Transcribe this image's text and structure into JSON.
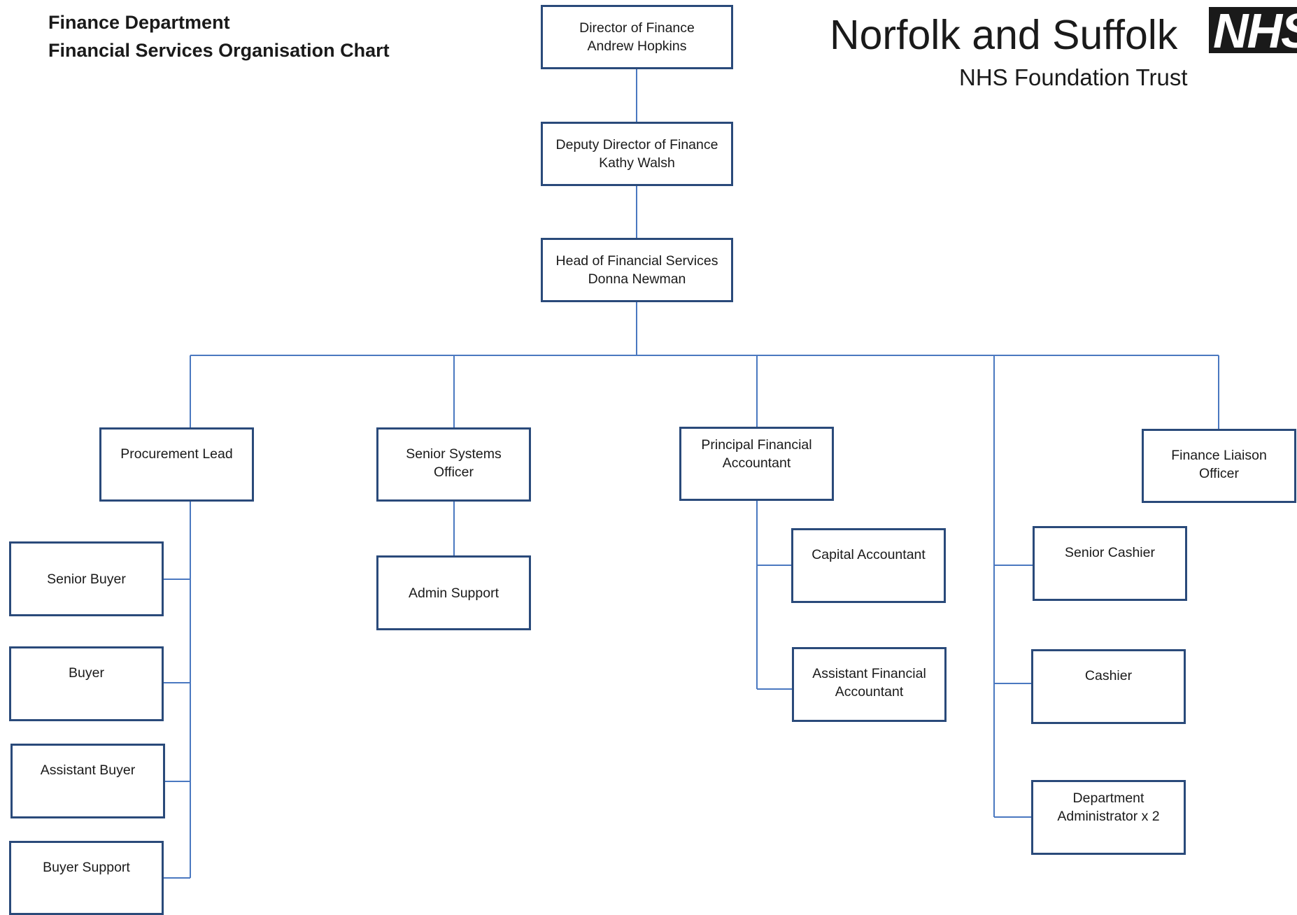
{
  "header": {
    "department": "Finance Department",
    "chart_title": "Financial Services Organisation Chart"
  },
  "brand": {
    "name": "Norfolk and Suffolk",
    "subtitle": "NHS Foundation Trust",
    "logo_text": "NHS"
  },
  "nodes": {
    "director": {
      "line1": "Director of Finance",
      "line2": "Andrew Hopkins"
    },
    "deputy_director": {
      "line1": "Deputy Director of Finance",
      "line2": "Kathy Walsh"
    },
    "head_financial_services": {
      "line1": "Head of Financial Services",
      "line2": "Donna Newman"
    },
    "procurement_lead": {
      "line1": "Procurement Lead"
    },
    "senior_systems_officer": {
      "line1": "Senior Systems",
      "line2": "Officer"
    },
    "principal_financial_accountant": {
      "line1": "Principal Financial",
      "line2": "Accountant"
    },
    "finance_liaison_officer": {
      "line1": "Finance Liaison",
      "line2": "Officer"
    },
    "senior_buyer": {
      "line1": "Senior Buyer"
    },
    "buyer": {
      "line1": "Buyer"
    },
    "assistant_buyer": {
      "line1": "Assistant Buyer"
    },
    "buyer_support": {
      "line1": "Buyer Support"
    },
    "admin_support": {
      "line1": "Admin Support"
    },
    "capital_accountant": {
      "line1": "Capital Accountant"
    },
    "assistant_financial_accountant": {
      "line1": "Assistant Financial",
      "line2": "Accountant"
    },
    "senior_cashier": {
      "line1": "Senior Cashier"
    },
    "cashier": {
      "line1": "Cashier"
    },
    "department_administrator": {
      "line1": "Department",
      "line2": "Administrator x 2"
    }
  },
  "colors": {
    "box_border": "#2a4a7a",
    "connector": "#4a78c0",
    "text": "#1a1a1a"
  }
}
